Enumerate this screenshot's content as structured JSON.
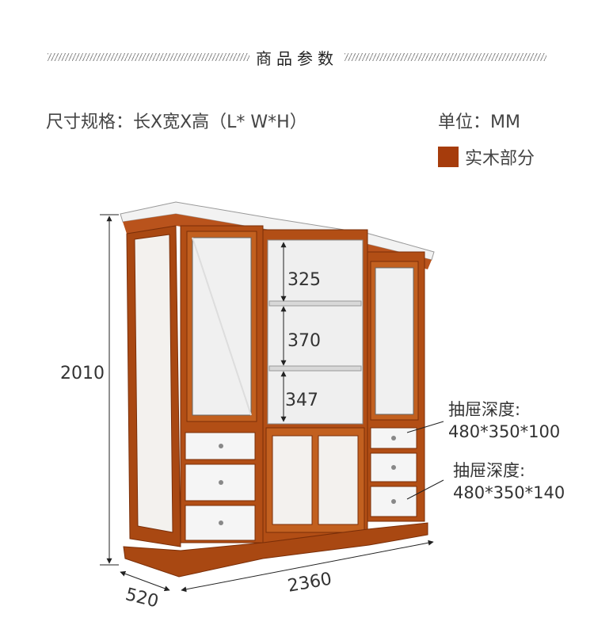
{
  "header": {
    "title": "商品参数"
  },
  "spec": {
    "size_label": "尺寸规格：长X宽X高（L* W*H）"
  },
  "unit": {
    "label": "单位：MM"
  },
  "legend": {
    "label": "实木部分",
    "color": "#a63c0c"
  },
  "dimensions": {
    "height": "2010",
    "width": "2360",
    "depth": "520",
    "shelf_top": "325",
    "shelf_mid": "370",
    "shelf_bottom": "347"
  },
  "notes": [
    {
      "title": "抽屉深度:",
      "value": "480*350*100"
    },
    {
      "title": "抽屉深度:",
      "value": "480*350*140"
    }
  ]
}
